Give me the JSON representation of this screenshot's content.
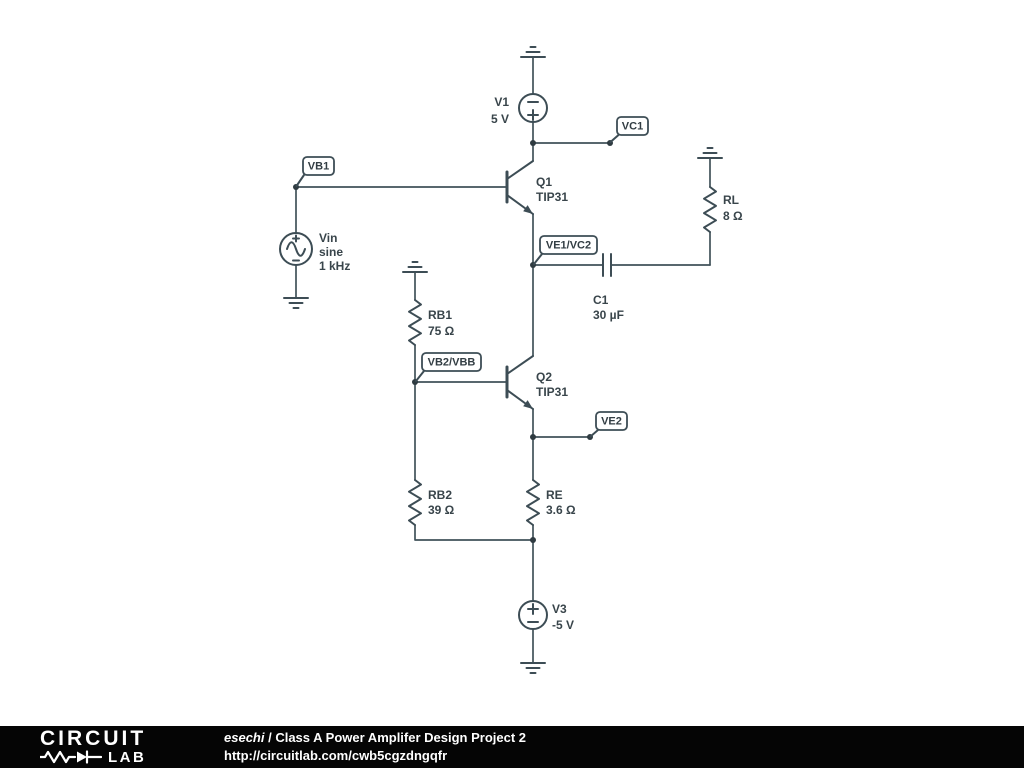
{
  "colors": {
    "schematic_stroke": "#41525a",
    "label_text": "#39454b",
    "flag_fill": "#ffffff",
    "background": "#ffffff",
    "footer_bg": "#050505",
    "footer_text": "#ffffff"
  },
  "schematic": {
    "components": {
      "v1": {
        "label": "V1",
        "value": "5 V"
      },
      "vin": {
        "label": "Vin",
        "value_line1": "sine",
        "value_line2": "1 kHz"
      },
      "q1": {
        "label": "Q1",
        "value": "TIP31"
      },
      "q2": {
        "label": "Q2",
        "value": "TIP31"
      },
      "rl": {
        "label": "RL",
        "value": "8 Ω"
      },
      "c1": {
        "label": "C1",
        "value": "30 µF"
      },
      "rb1": {
        "label": "RB1",
        "value": "75 Ω"
      },
      "rb2": {
        "label": "RB2",
        "value": "39 Ω"
      },
      "re": {
        "label": "RE",
        "value": "3.6 Ω"
      },
      "v3": {
        "label": "V3",
        "value": "-5 V"
      }
    },
    "node_flags": {
      "vb1": "VB1",
      "vc1": "VC1",
      "ve1_vc2": "VE1/VC2",
      "vb2_vbb": "VB2/VBB",
      "ve2": "VE2"
    }
  },
  "footer": {
    "logo_line1": "CIRCUIT",
    "logo_line2": "LAB",
    "author": "esechi",
    "separator": " / ",
    "title": "Class A Power Amplifer Design Project 2",
    "url": "http://circuitlab.com/cwb5cgzdngqfr"
  }
}
